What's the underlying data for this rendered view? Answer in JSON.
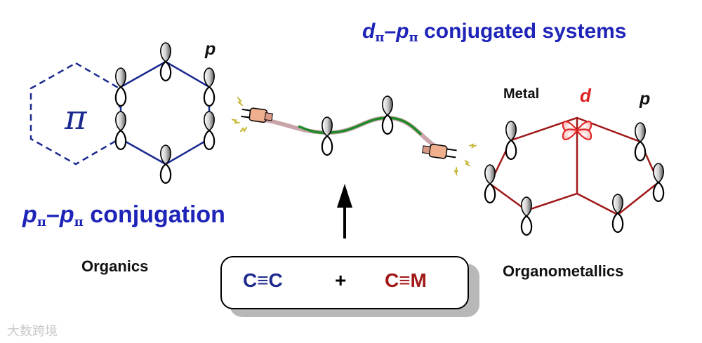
{
  "title": {
    "d": "d",
    "pi1": "π",
    "dash": "–",
    "p": "p",
    "pi2": "π",
    "text": " conjugated systems"
  },
  "left": {
    "pi_symbol": "π",
    "p_label": "p",
    "conj": {
      "p1": "p",
      "pi1": "π",
      "dash": "–",
      "p2": "p",
      "pi2": "π",
      "text": " conjugation"
    },
    "label": "Organics"
  },
  "right": {
    "metal_label": "Metal",
    "d_label": "d",
    "p_label": "p",
    "label": "Organometallics"
  },
  "reaction": {
    "cc_label": "C≡C",
    "plus": "+",
    "cm_label": "C≡M"
  },
  "watermark": "大数跨境",
  "colors": {
    "blue": "#1f24b8",
    "navy": "#1a2a8f",
    "red": "#a01818",
    "d_orbital": "#e02020",
    "wire_green": "#1f8a2a"
  }
}
